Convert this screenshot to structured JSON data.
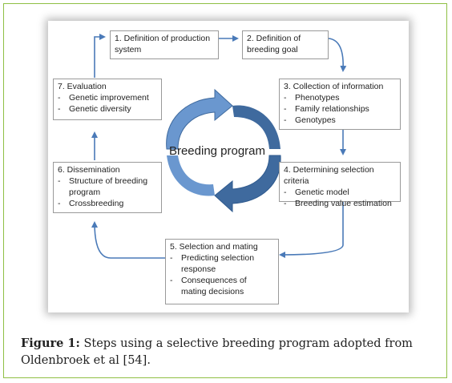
{
  "diagram": {
    "center_label": "Breeding program",
    "steps": [
      {
        "title": "1. Definition of production system",
        "items": []
      },
      {
        "title": "2. Definition of breeding goal",
        "items": []
      },
      {
        "title": "3. Collection of information",
        "items": [
          "Phenotypes",
          "Family relationships",
          "Genotypes"
        ]
      },
      {
        "title": "4. Determining selection criteria",
        "items": [
          "Genetic model",
          "Breeding value estimation"
        ]
      },
      {
        "title": "5. Selection and mating",
        "items": [
          "Predicting selection response",
          "Consequences of mating decisions"
        ]
      },
      {
        "title": "6. Dissemination",
        "items": [
          "Structure of breeding program",
          "Crossbreeding"
        ]
      },
      {
        "title": "7. Evaluation",
        "items": [
          "Genetic improvement",
          "Genetic diversity"
        ]
      }
    ],
    "colors": {
      "arrow": "#4a7ab8",
      "cycle_arrow_dark": "#3f6a9e",
      "cycle_arrow_light": "#6a97cf",
      "frame_border": "#8fbf44"
    }
  },
  "caption": {
    "label": "Figure 1:",
    "text": " Steps using a selective breeding program adopted from Oldenbroek et al [54]."
  }
}
